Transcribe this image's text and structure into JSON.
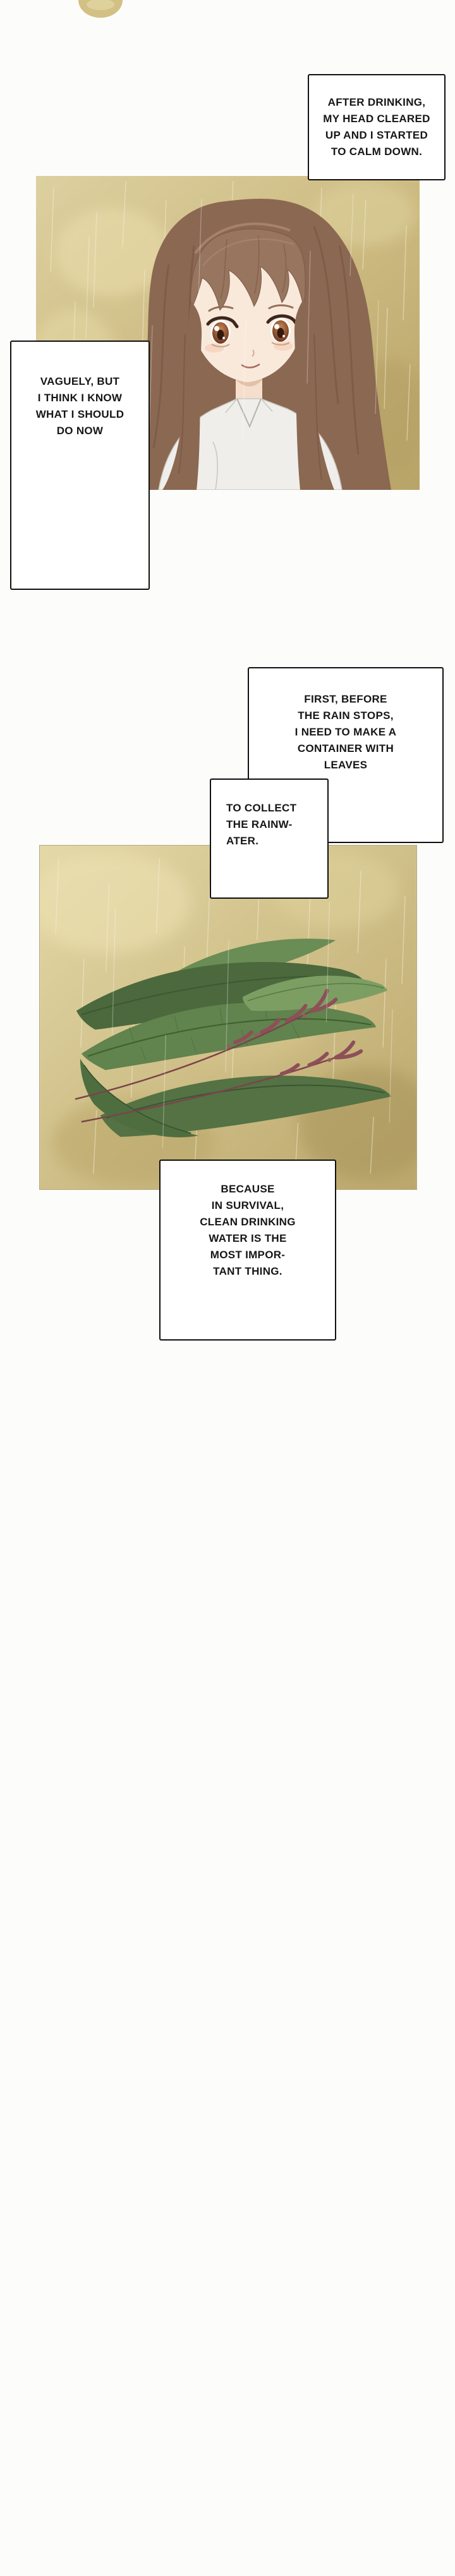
{
  "page": {
    "name": "webtoon-page",
    "background": "#fcfcfb"
  },
  "captions": [
    {
      "name": "narration-after-drinking",
      "text": "AFTER DRINKING,\nMY HEAD CLEARED\nUP AND I STARTED\nTO CALM DOWN."
    },
    {
      "name": "narration-vaguely",
      "text": "VAGUELY, BUT\nI THINK I KNOW\nWHAT I SHOULD\nDO NOW"
    },
    {
      "name": "narration-container-with-leaves",
      "text": "FIRST, BEFORE\nTHE RAIN STOPS,\nI NEED TO MAKE A\nCONTAINER WITH\nLEAVES"
    },
    {
      "name": "narration-collect-rainwater",
      "text": "TO COLLECT\nTHE RAINW-\nATER."
    },
    {
      "name": "narration-survival-water",
      "text": "BECAUSE\nIN SURVIVAL,\nCLEAN DRINKING\nWATER IS THE\nMOST IMPOR-\nTANT THING."
    }
  ],
  "illustrations": {
    "remnant": {
      "name": "previous-panel-remnant",
      "color": "#d3c084"
    },
    "panel1": {
      "name": "girl-in-rain-illustration",
      "background": "#cdbb82",
      "hair": "#8b6852",
      "shirt": "#efeeea"
    },
    "panel2": {
      "name": "leaves-in-rain-illustration",
      "background": "#cfbf88",
      "leaf": "#61834d",
      "flower": "#8e4f58"
    }
  },
  "colors": {
    "caption_bg": "#ffffff",
    "caption_border": "#101010",
    "text": "#161616"
  }
}
